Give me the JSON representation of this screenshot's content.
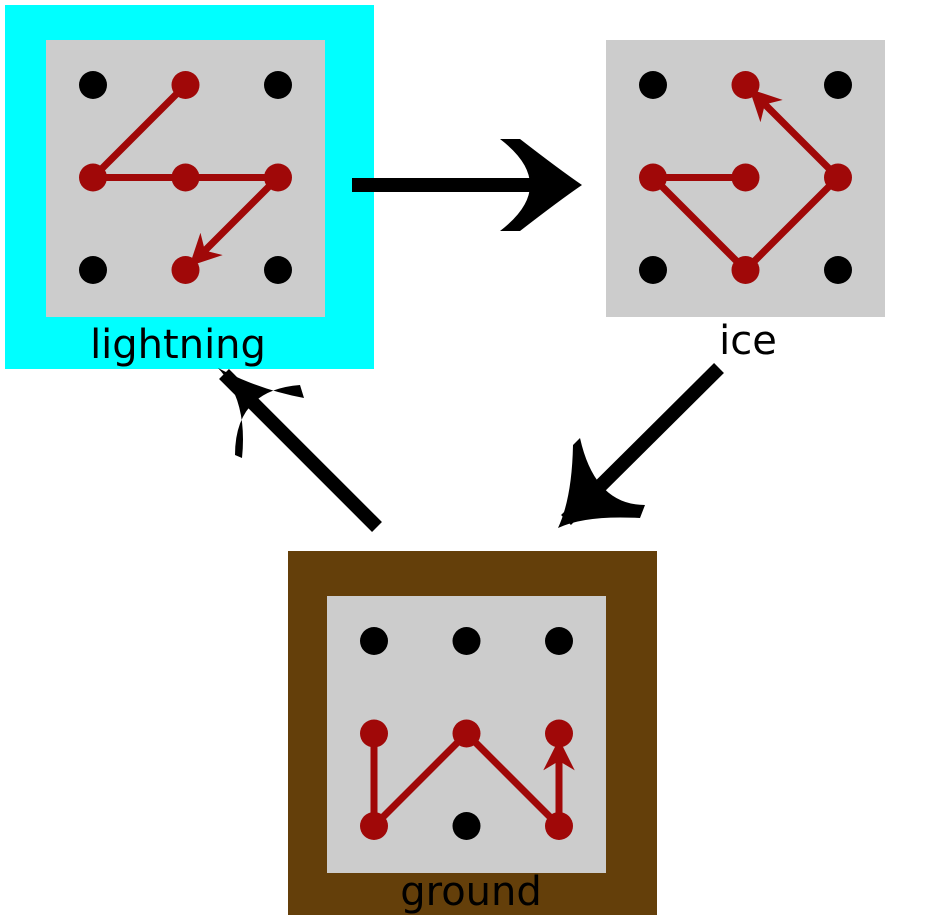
{
  "colors": {
    "background": "#ffffff",
    "panel": "#cccccc",
    "dot": "#000000",
    "pattern": "#a00808",
    "arrow": "#000000",
    "lightning_frame": "#00ffff",
    "ground_frame": "#643f0a"
  },
  "patterns": [
    {
      "id": "lightning",
      "label": "lightning",
      "frame": "cyan",
      "path": [
        [
          1,
          0
        ],
        [
          0,
          1
        ],
        [
          1,
          1
        ],
        [
          2,
          1
        ],
        [
          1,
          2
        ]
      ]
    },
    {
      "id": "ice",
      "label": "ice",
      "frame": "none",
      "path": [
        [
          1,
          1
        ],
        [
          0,
          1
        ],
        [
          1,
          2
        ],
        [
          2,
          1
        ],
        [
          1,
          0
        ]
      ]
    },
    {
      "id": "ground",
      "label": "ground",
      "frame": "brown",
      "path": [
        [
          0,
          1
        ],
        [
          0,
          2
        ],
        [
          1,
          1
        ],
        [
          2,
          2
        ],
        [
          2,
          1
        ]
      ]
    }
  ],
  "cycle": [
    "lightning",
    "ice",
    "ground",
    "lightning"
  ]
}
